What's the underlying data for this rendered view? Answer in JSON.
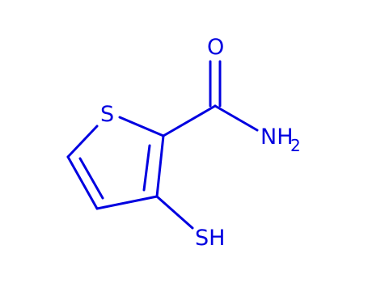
{
  "molecule": {
    "atoms": {
      "sulfur_ring": "S",
      "oxygen": "O",
      "amide_n": "NH",
      "amide_n_subscript": "2",
      "thiol": "SH"
    },
    "colors": {
      "structure": "#0000e0",
      "background": "#ffffff"
    }
  }
}
